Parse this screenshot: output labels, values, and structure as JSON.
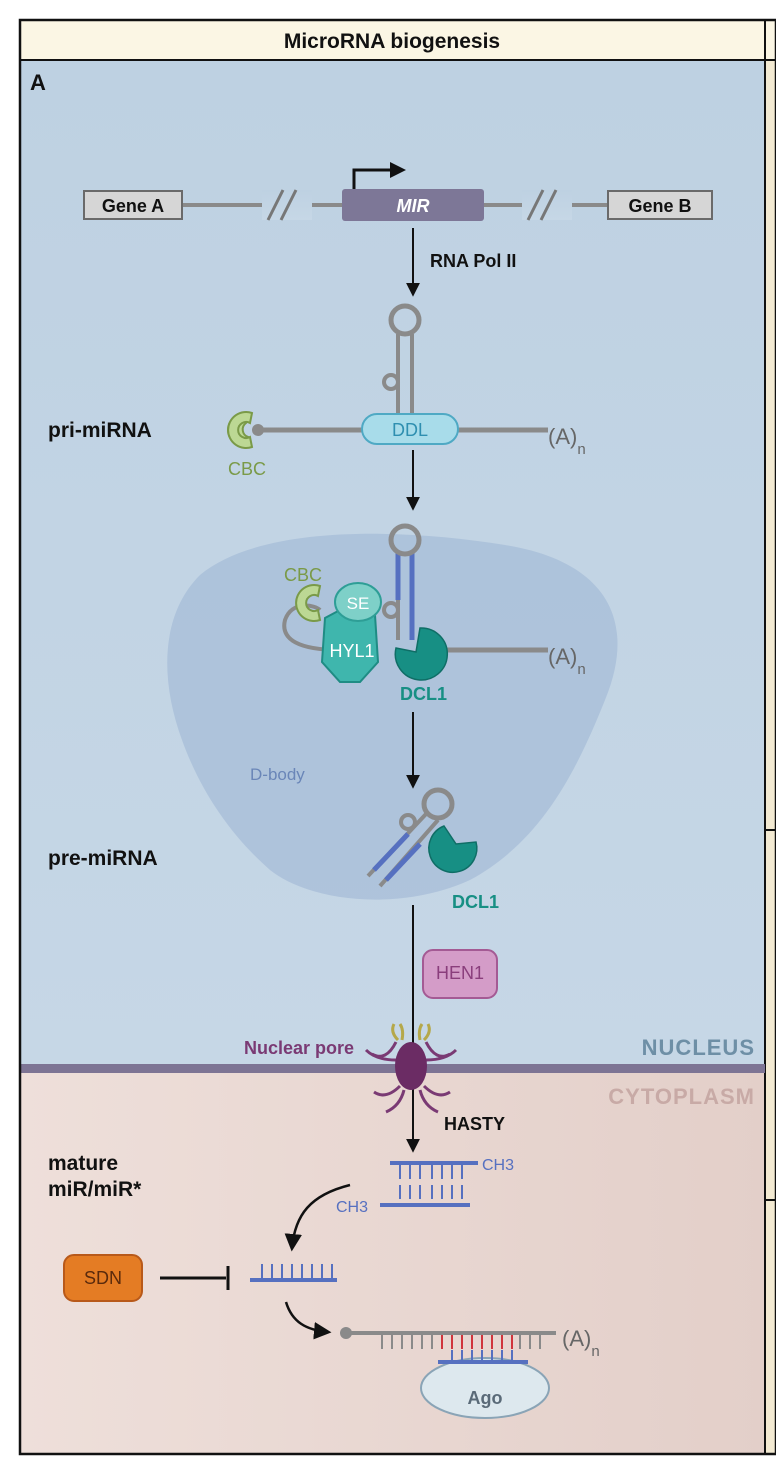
{
  "header": {
    "title": "MicroRNA biogenesis",
    "panel_letter": "A"
  },
  "compartments": {
    "nucleus": "NUCLEUS",
    "cytoplasm": "CYTOPLASM",
    "d_body": "D-body"
  },
  "gene_locus": {
    "gene_a": "Gene A",
    "mir": "MIR",
    "gene_b": "Gene B"
  },
  "steps": {
    "rna_pol": "RNA Pol II",
    "pri_mirna": "pri-miRNA",
    "pre_mirna": "pre-miRNA",
    "mature_line1": "mature",
    "mature_line2": "miR/miR*",
    "hasty": "HASTY",
    "nuclear_pore": "Nuclear pore"
  },
  "proteins": {
    "ddl": "DDL",
    "cbc": "CBC",
    "se": "SE",
    "hyl1": "HYL1",
    "dcl1": "DCL1",
    "hen1": "HEN1",
    "sdn": "SDN",
    "ago": "Ago"
  },
  "labels": {
    "polya_base": "(A)",
    "polya_sub": "n",
    "methyl": "CH3"
  },
  "colors": {
    "nucleus_bg": "#c3d5e4",
    "cytoplasm_bg": "#ead9d4",
    "header_bg": "#fbf6e4",
    "rna_grey": "#8a8a8a",
    "mirna_blue": "#5670c0",
    "cbc_green": "#7a9a48",
    "teal": "#2e9e96",
    "dark_teal": "#137a70",
    "hen1_purple": "#b86aa6",
    "sdn_orange": "#e07a22",
    "pore_purple": "#7a3a74",
    "target_red": "#d0343c"
  }
}
